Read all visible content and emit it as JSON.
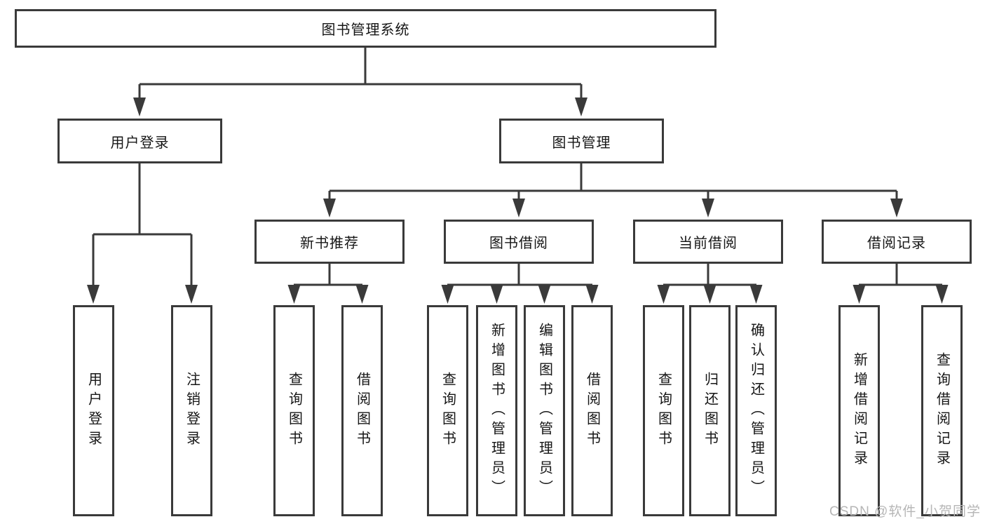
{
  "title": "图书管理系统",
  "tree": {
    "root": {
      "label": "图书管理系统"
    },
    "branches": [
      {
        "label": "用户登录",
        "children": [
          {
            "label": "用户登录"
          },
          {
            "label": "注销登录"
          }
        ]
      },
      {
        "label": "图书管理",
        "children": [
          {
            "label": "新书推荐",
            "children": [
              {
                "label": "查询图书"
              },
              {
                "label": "借阅图书"
              }
            ]
          },
          {
            "label": "图书借阅",
            "children": [
              {
                "label": "查询图书"
              },
              {
                "label": "新增图书（管理员）"
              },
              {
                "label": "编辑图书（管理员）"
              },
              {
                "label": "借阅图书"
              }
            ]
          },
          {
            "label": "当前借阅",
            "children": [
              {
                "label": "查询图书"
              },
              {
                "label": "归还图书"
              },
              {
                "label": "确认归还（管理员）"
              }
            ]
          },
          {
            "label": "借阅记录",
            "children": [
              {
                "label": "新增借阅记录"
              },
              {
                "label": "查询借阅记录"
              }
            ]
          }
        ]
      }
    ]
  },
  "watermark": "CSDN @软件_小贺同学",
  "colors": {
    "line": "#3a3a3a",
    "box_background": "#ffffff",
    "text": "#161616",
    "watermark": "#b6b6b6"
  }
}
